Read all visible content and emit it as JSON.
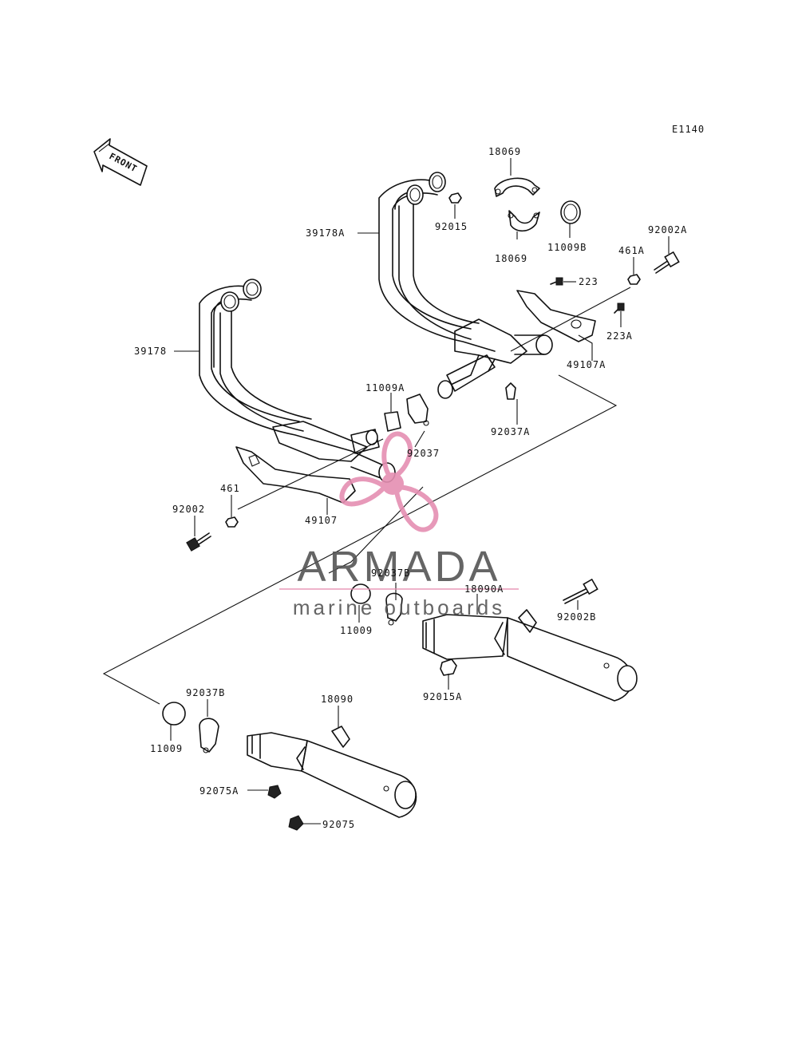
{
  "diagram_code": "E1140",
  "front_label": "FRONT",
  "watermark": {
    "brand": "ARMADA",
    "tagline": "marine outboards",
    "pink": "#e58fb2",
    "gray": "#555555"
  },
  "labels": {
    "p18069_top": "18069",
    "p18069_bot": "18069",
    "p92015": "92015",
    "p11009B": "11009B",
    "p92002A": "92002A",
    "p39178A": "39178A",
    "p461A": "461A",
    "p223": "223",
    "p223A": "223A",
    "p49107A": "49107A",
    "p39178": "39178",
    "p11009A": "11009A",
    "p92037": "92037",
    "p92037A": "92037A",
    "p461": "461",
    "p92002": "92002",
    "p49107": "49107",
    "p92037B_mid": "92037B",
    "p18090A": "18090A",
    "p92002B": "92002B",
    "p11009_mid": "11009",
    "p92015A": "92015A",
    "p92037B_low": "92037B",
    "p18090": "18090",
    "p11009_low": "11009",
    "p92075A": "92075A",
    "p92075": "92075"
  }
}
